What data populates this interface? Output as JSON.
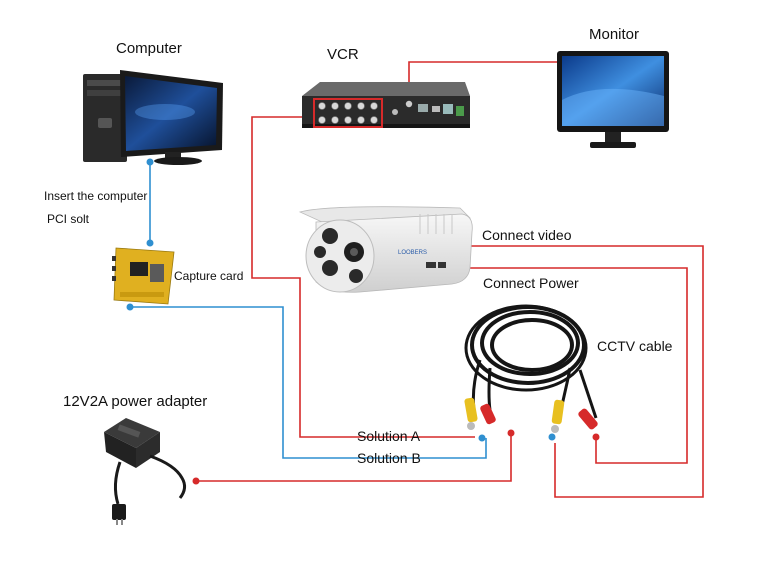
{
  "labels": {
    "computer": "Computer",
    "vcr": "VCR",
    "monitor": "Monitor",
    "insert_computer": "Insert the computer",
    "pci_slot": "PCI solt",
    "capture_card": "Capture card",
    "connect_video": "Connect  video",
    "connect_power": "Connect Power",
    "cctv_cable": "CCTV cable",
    "power_adapter": "12V2A power adapter",
    "solution_a": "Solution A",
    "solution_b": "Solution B"
  },
  "camera_brand": "LOOBERS",
  "colors": {
    "red_wire": "#d62a2a",
    "blue_wire": "#2f8fd0",
    "background": "#ffffff"
  },
  "icons": [
    "computer-icon",
    "vcr-icon",
    "monitor-icon",
    "camera-icon",
    "capture-card-icon",
    "cctv-cable-icon",
    "power-adapter-icon"
  ]
}
